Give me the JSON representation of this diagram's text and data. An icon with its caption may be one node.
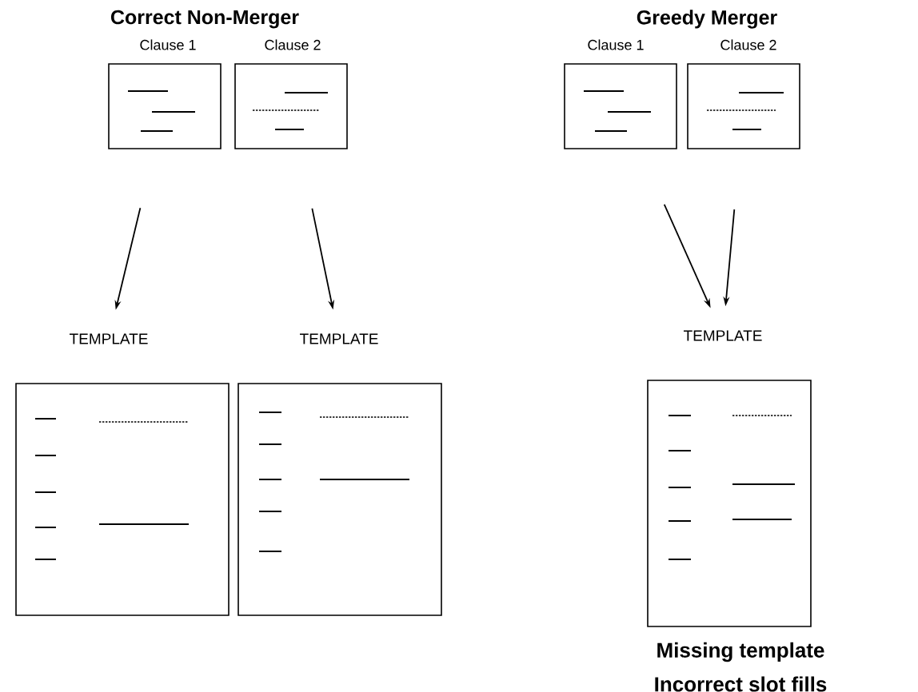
{
  "diagram": {
    "nodes": [
      {
        "text": [
          "Clause 1"
        ]
      },
      {
        "text": [
          "Clause 2"
        ]
      },
      {
        "text": [
          "TEMPLATE"
        ]
      },
      {
        "text": [
          "TEMPLATE"
        ]
      },
      {
        "text": [
          "Clause 1"
        ]
      },
      {
        "text": [
          "Clause 2"
        ]
      },
      {
        "text": [
          "TEMPLATE"
        ]
      }
    ],
    "edges": [
      {
        "from": 0,
        "to": 2,
        "arrow": "to"
      },
      {
        "from": 1,
        "to": 3,
        "arrow": "to"
      },
      {
        "from": 4,
        "to": 6,
        "arrow": "to"
      },
      {
        "from": 5,
        "to": 6,
        "arrow": "to"
      }
    ],
    "labels": [
      "Correct Non-Merger",
      "Greedy Merger",
      "Missing template",
      "Incorrect slot fills"
    ]
  }
}
